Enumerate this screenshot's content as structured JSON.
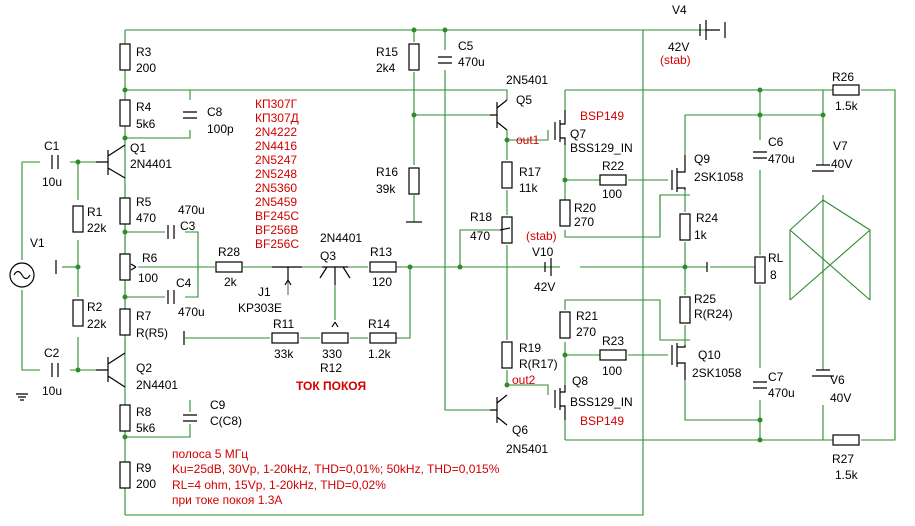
{
  "components": {
    "V4": {
      "name": "V4",
      "value": "42V",
      "note": "(stab)"
    },
    "V10": {
      "name": "V10",
      "value": "42V"
    },
    "V1": {
      "name": "V1"
    },
    "V6": {
      "name": "V6",
      "value": "40V"
    },
    "V7": {
      "name": "V7",
      "value": "40V"
    },
    "R3": {
      "name": "R3",
      "value": "200"
    },
    "R4": {
      "name": "R4",
      "value": "5k6"
    },
    "R5": {
      "name": "R5",
      "value": "470"
    },
    "R6": {
      "name": "R6",
      "value": "100"
    },
    "R7": {
      "name": "R7",
      "value": "R(R5)"
    },
    "R8": {
      "name": "R8",
      "value": "5k6"
    },
    "R9": {
      "name": "R9",
      "value": "200"
    },
    "R1": {
      "name": "R1",
      "value": "22k"
    },
    "R2": {
      "name": "R2",
      "value": "22k"
    },
    "R11": {
      "name": "R11",
      "value": "33k"
    },
    "R12": {
      "name": "R12",
      "value": "330"
    },
    "R13": {
      "name": "R13",
      "value": "120"
    },
    "R14": {
      "name": "R14",
      "value": "1.2k"
    },
    "R15": {
      "name": "R15",
      "value": "2k4"
    },
    "R16": {
      "name": "R16",
      "value": "39k"
    },
    "R17": {
      "name": "R17",
      "value": "11k"
    },
    "R18": {
      "name": "R18",
      "value": "470"
    },
    "R19": {
      "name": "R19",
      "value": "R(R17)"
    },
    "R20": {
      "name": "R20",
      "value": "270"
    },
    "R21": {
      "name": "R21",
      "value": "270"
    },
    "R22": {
      "name": "R22",
      "value": "100"
    },
    "R23": {
      "name": "R23",
      "value": "100"
    },
    "R24": {
      "name": "R24",
      "value": "1k"
    },
    "R25": {
      "name": "R25",
      "value": "R(R24)"
    },
    "R26": {
      "name": "R26",
      "value": "1.5k"
    },
    "R27": {
      "name": "R27",
      "value": "1.5k"
    },
    "R28": {
      "name": "R28",
      "value": "2k"
    },
    "RL": {
      "name": "RL",
      "value": "8"
    },
    "C1": {
      "name": "C1",
      "value": "10u"
    },
    "C2": {
      "name": "C2",
      "value": "10u"
    },
    "C3": {
      "name": "C3",
      "value": "470u"
    },
    "C4": {
      "name": "C4",
      "value": "470u"
    },
    "C5": {
      "name": "C5",
      "value": "470u"
    },
    "C6": {
      "name": "C6",
      "value": "470u"
    },
    "C7": {
      "name": "C7",
      "value": "470u"
    },
    "C8": {
      "name": "C8",
      "value": "100p"
    },
    "C9": {
      "name": "C9",
      "value": "C(C8)"
    },
    "Q1": {
      "name": "Q1",
      "value": "2N4401"
    },
    "Q2": {
      "name": "Q2",
      "value": "2N4401"
    },
    "Q3": {
      "name": "Q3",
      "value": "2N4401"
    },
    "Q5": {
      "name": "Q5",
      "value": "2N5401"
    },
    "Q6": {
      "name": "Q6",
      "value": "2N5401"
    },
    "Q7": {
      "name": "Q7",
      "value": "BSS129_IN",
      "alt": "BSP149"
    },
    "Q8": {
      "name": "Q8",
      "value": "BSS129_IN",
      "alt": "BSP149"
    },
    "Q9": {
      "name": "Q9",
      "value": "2SK1058"
    },
    "Q10": {
      "name": "Q10",
      "value": "2SK1058"
    },
    "J1": {
      "name": "J1",
      "value": "KP303E"
    }
  },
  "net_labels": {
    "out1": "out1",
    "out2": "out2",
    "stab": "(stab)"
  },
  "jfet_alternatives": [
    "КП307Г",
    "КП307Д",
    "2N4222",
    "2N4416",
    "2N5247",
    "2N5248",
    "2N5360",
    "2N5459",
    "BF245C",
    "BF256B",
    "BF256C"
  ],
  "quiescent_label": "ТОК ПОКОЯ",
  "notes": [
    "полоса 5 МГц",
    "Ku=25dB, 30Vp, 1-20kHz, THD=0,01%; 50kHz, THD=0,015%",
    "RL=4 ohm, 15Vp, 1-20kHz,  THD=0,02%",
    "при токе покоя 1.3A"
  ],
  "colors": {
    "wire": "#2e8b2e",
    "component": "#000000",
    "highlight": "#d40000"
  }
}
